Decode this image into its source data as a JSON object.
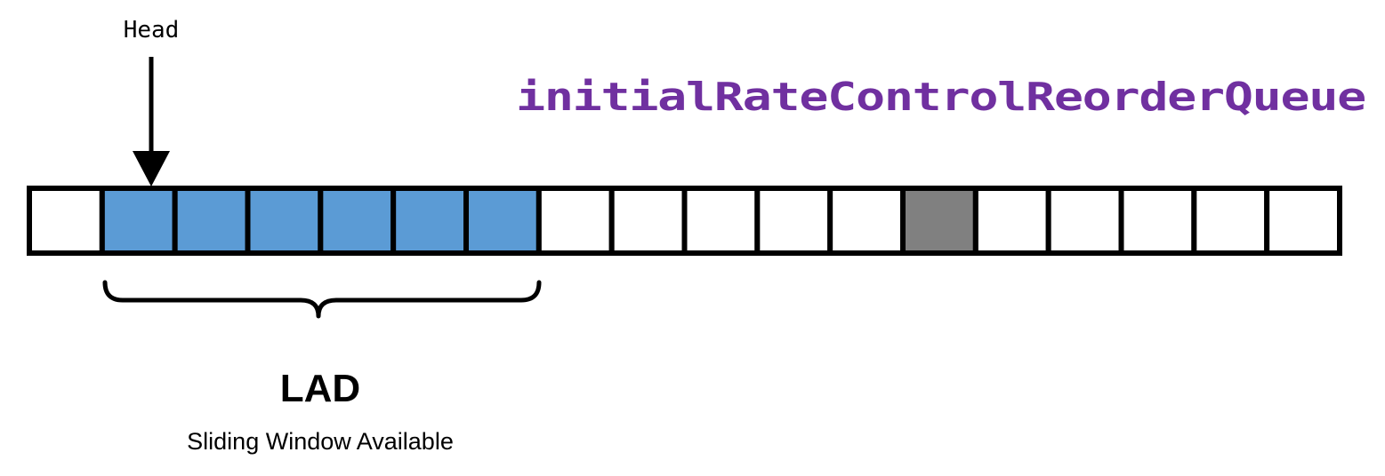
{
  "head_label": "Head",
  "queue_name": "initialRateControlReorderQueue",
  "lad_label": "LAD",
  "lad_caption": "Sliding Window Available",
  "queue": {
    "slots": [
      "empty",
      "window",
      "window",
      "window",
      "window",
      "window",
      "window",
      "empty",
      "empty",
      "empty",
      "empty",
      "empty",
      "occupied",
      "empty",
      "empty",
      "empty",
      "empty",
      "empty"
    ],
    "head_index": 1,
    "window_start": 1,
    "window_end": 6
  },
  "colors": {
    "window": "#5b9bd5",
    "occupied": "#808080",
    "empty": "#ffffff",
    "outline": "#000000",
    "queue_name": "#7030a0"
  }
}
